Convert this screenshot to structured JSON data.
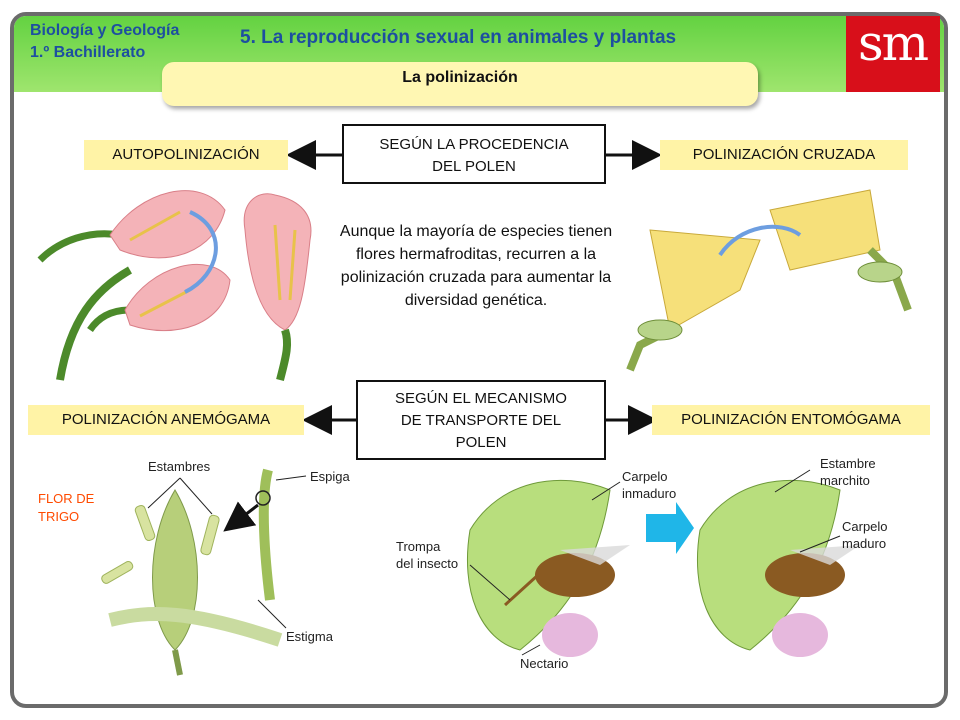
{
  "header": {
    "subject_line1": "Biología y Geología",
    "subject_line2": "1.º Bachillerato",
    "title": "5. La reproducción sexual  en animales y plantas",
    "logo": "sm",
    "section": "La polinización"
  },
  "top_group": {
    "criterion_line1": "SEGÚN LA PROCEDENCIA",
    "criterion_line2": "DEL POLEN",
    "left": "AUTOPOLINIZACIÓN",
    "right": "POLINIZACIÓN CRUZADA",
    "paragraph": "Aunque la mayoría de especies tienen flores hermafroditas, recurren a la polinización cruzada para aumentar la diversidad genética."
  },
  "bottom_group": {
    "criterion_line1": "SEGÚN EL MECANISMO",
    "criterion_line2": "DE TRANSPORTE DEL",
    "criterion_line3": "POLEN",
    "left": "POLINIZACIÓN ANEMÓGAMA",
    "right": "POLINIZACIÓN ENTOMÓGAMA"
  },
  "wheat": {
    "title_line1": "FLOR DE",
    "title_line2": "TRIGO",
    "estambres": "Estambres",
    "espiga": "Espiga",
    "estigma": "Estigma"
  },
  "insect": {
    "carpelo_inmaduro_1": "Carpelo",
    "carpelo_inmaduro_2": "inmaduro",
    "trompa_1": "Trompa",
    "trompa_2": "del insecto",
    "nectario": "Nectario",
    "estambre_1": "Estambre",
    "estambre_2": "marchito",
    "carpelo_maduro_1": "Carpelo",
    "carpelo_maduro_2": "maduro"
  },
  "colors": {
    "header_green": "#63d241",
    "title_blue": "#1d4fa0",
    "logo_red": "#d80f1a",
    "label_yellow": "#fff3a6",
    "arrow_cyan": "#1fb6e8"
  }
}
